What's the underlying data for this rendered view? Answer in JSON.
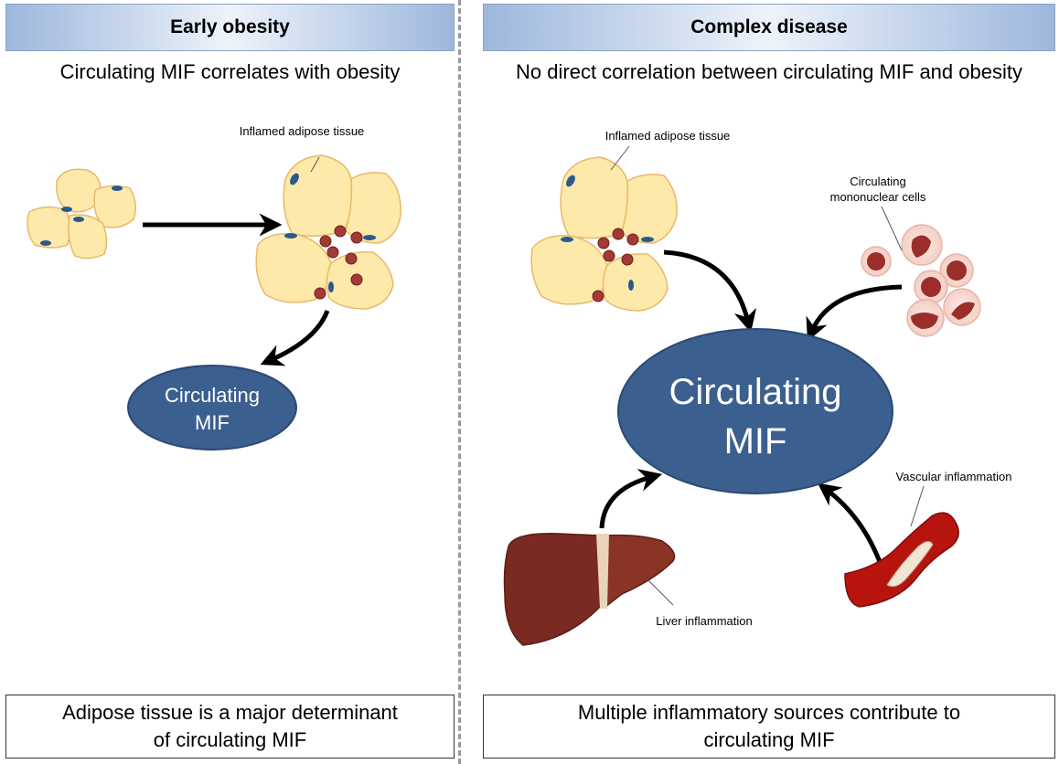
{
  "left": {
    "header": "Early obesity",
    "subtitle": "Circulating MIF correlates with obesity",
    "tissue_label": "Inflamed adipose tissue",
    "mif_label": "Circulating\nMIF",
    "footer": "Adipose tissue is a major determinant\nof circulating MIF"
  },
  "right": {
    "header": "Complex disease",
    "subtitle": "No direct correlation between circulating MIF and obesity",
    "tissue_label": "Inflamed adipose tissue",
    "cells_label": "Circulating\nmononuclear cells",
    "mif_label": "Circulating\nMIF",
    "liver_label": "Liver inflammation",
    "vascular_label": "Vascular inflammation",
    "footer": "Multiple inflammatory sources contribute to\ncirculating MIF"
  },
  "colors": {
    "header_fill": "#9db7dc",
    "mif_fill": "#3b5f8e",
    "adipocyte_fill": "#fde9a9",
    "adipocyte_stroke": "#e8b96a",
    "nucleus": "#2a5a8c",
    "macrophage": "#a33a35",
    "liver": "#7a2a20",
    "vessel": "#b8140f"
  }
}
